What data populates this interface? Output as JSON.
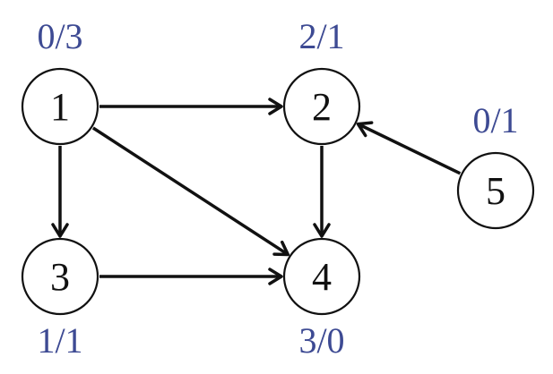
{
  "colors": {
    "node_stroke": "#111111",
    "edge": "#111111",
    "degree_label": "#3d4a93"
  },
  "nodes": [
    {
      "id": "1",
      "label": "1",
      "degree_label": "0/3"
    },
    {
      "id": "2",
      "label": "2",
      "degree_label": "2/1"
    },
    {
      "id": "3",
      "label": "3",
      "degree_label": "1/1"
    },
    {
      "id": "4",
      "label": "4",
      "degree_label": "3/0"
    },
    {
      "id": "5",
      "label": "5",
      "degree_label": "0/1"
    }
  ],
  "edges": [
    {
      "from": "1",
      "to": "2"
    },
    {
      "from": "1",
      "to": "3"
    },
    {
      "from": "1",
      "to": "4"
    },
    {
      "from": "2",
      "to": "4"
    },
    {
      "from": "3",
      "to": "4"
    },
    {
      "from": "5",
      "to": "2"
    }
  ]
}
